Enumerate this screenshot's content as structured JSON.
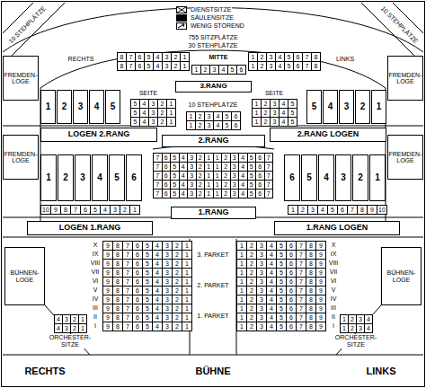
{
  "diagram": {
    "nodes": [
      {
        "text": [
          "FREMDEN-LOGE"
        ]
      },
      {
        "text": [
          "1"
        ]
      },
      {
        "text": [
          "2"
        ]
      },
      {
        "text": [
          "3"
        ]
      },
      {
        "text": [
          "4"
        ]
      },
      {
        "text": [
          "5"
        ]
      },
      {
        "text": [
          "5"
        ]
      },
      {
        "text": [
          "4"
        ]
      },
      {
        "text": [
          "3"
        ]
      },
      {
        "text": [
          "2"
        ]
      },
      {
        "text": [
          "1"
        ]
      },
      {
        "text": [
          "FREMDEN-LOGE"
        ]
      },
      {
        "text": [
          "3.RANG"
        ]
      },
      {
        "text": [
          "LOGEN 2.RANG"
        ]
      },
      {
        "text": [
          "2.RANG"
        ]
      },
      {
        "text": [
          "2.RANG LOGEN"
        ]
      },
      {
        "text": [
          "FREMDEN-LOGE"
        ]
      },
      {
        "text": [
          "1"
        ]
      },
      {
        "text": [
          "2"
        ]
      },
      {
        "text": [
          "3"
        ]
      },
      {
        "text": [
          "4"
        ]
      },
      {
        "text": [
          "5"
        ]
      },
      {
        "text": [
          "6"
        ]
      },
      {
        "text": [
          "6"
        ]
      },
      {
        "text": [
          "5"
        ]
      },
      {
        "text": [
          "4"
        ]
      },
      {
        "text": [
          "3"
        ]
      },
      {
        "text": [
          "2"
        ]
      },
      {
        "text": [
          "1"
        ]
      },
      {
        "text": [
          "FREMDEN-LOGE"
        ]
      },
      {
        "text": [
          "LOGEN 1.RANG"
        ]
      },
      {
        "text": [
          "1.RANG"
        ]
      },
      {
        "text": [
          "1.RANG LOGEN"
        ]
      },
      {
        "text": [
          "BÜHNEN-LOGE"
        ]
      },
      {
        "text": [
          "BÜHNEN-LOGE"
        ]
      }
    ],
    "labels": [
      "755 SITZPLÄTZE",
      "30 STEHPLÄTZE",
      "10 STEHPLÄTZE",
      "10 STEHPLÄTZE",
      "RECHTS",
      "LINKS",
      "MITTE",
      "SEITE",
      "10 STEHPLÄTZE",
      "SEITE",
      "3. PARKET",
      "2. PARKET",
      "1. PARKET",
      "ORCHESTER-SITZE",
      "ORCHESTER-SITZE",
      "RECHTS",
      "BÜHNE",
      "LINKS",
      "8",
      "7",
      "6",
      "5",
      "4",
      "3",
      "2",
      "1",
      "8",
      "7",
      "6",
      "5",
      "4",
      "3",
      "2",
      "1",
      "1",
      "2",
      "3",
      "4",
      "5",
      "6",
      "1",
      "2",
      "3",
      "4",
      "5",
      "6",
      "7",
      "8",
      "1",
      "2",
      "3",
      "4",
      "5",
      "6",
      "7",
      "8",
      "5",
      "4",
      "3",
      "2",
      "1",
      "5",
      "4",
      "3",
      "2",
      "1",
      "5",
      "4",
      "3",
      "2",
      "1",
      "1",
      "2",
      "3",
      "4",
      "5",
      "6",
      "1",
      "2",
      "3",
      "4",
      "5",
      "6",
      "1",
      "2",
      "3",
      "4",
      "5",
      "1",
      "2",
      "3",
      "4",
      "5",
      "1",
      "2",
      "3",
      "4",
      "5",
      "7",
      "6",
      "5",
      "4",
      "3",
      "2",
      "1",
      "1",
      "2",
      "3",
      "4",
      "5",
      "6",
      "7",
      "7",
      "6",
      "5",
      "4",
      "3",
      "2",
      "1",
      "1",
      "2",
      "3",
      "4",
      "5",
      "6",
      "7",
      "7",
      "6",
      "5",
      "4",
      "3",
      "2",
      "1",
      "1",
      "2",
      "3",
      "4",
      "5",
      "6",
      "7",
      "7",
      "6",
      "5",
      "4",
      "3",
      "2",
      "1",
      "1",
      "2",
      "3",
      "4",
      "5",
      "6",
      "7",
      "7",
      "6",
      "5",
      "4",
      "3",
      "2",
      "1",
      "1",
      "2",
      "3",
      "4",
      "5",
      "6",
      "7",
      "10",
      "9",
      "8",
      "7",
      "6",
      "5",
      "4",
      "3",
      "2",
      "1",
      "1",
      "2",
      "3",
      "4",
      "5",
      "6",
      "7",
      "8",
      "9",
      "10",
      "9",
      "8",
      "7",
      "6",
      "5",
      "4",
      "3",
      "2",
      "1",
      "9",
      "8",
      "7",
      "6",
      "5",
      "4",
      "3",
      "2",
      "1",
      "9",
      "8",
      "7",
      "6",
      "5",
      "4",
      "3",
      "2",
      "1",
      "9",
      "8",
      "7",
      "6",
      "5",
      "4",
      "3",
      "2",
      "1",
      "9",
      "8",
      "7",
      "6",
      "5",
      "4",
      "3",
      "2",
      "1",
      "9",
      "8",
      "7",
      "6",
      "5",
      "4",
      "3",
      "2",
      "1",
      "9",
      "8",
      "7",
      "6",
      "5",
      "4",
      "3",
      "2",
      "1",
      "9",
      "8",
      "7",
      "6",
      "5",
      "4",
      "3",
      "2",
      "1",
      "9",
      "8",
      "7",
      "6",
      "5",
      "4",
      "3",
      "2",
      "1",
      "9",
      "8",
      "7",
      "6",
      "5",
      "4",
      "3",
      "2",
      "1",
      "1",
      "2",
      "3",
      "4",
      "5",
      "6",
      "7",
      "8",
      "9",
      "1",
      "2",
      "3",
      "4",
      "5",
      "6",
      "7",
      "8",
      "9",
      "1",
      "2",
      "3",
      "4",
      "5",
      "6",
      "7",
      "8",
      "9",
      "1",
      "2",
      "3",
      "4",
      "5",
      "6",
      "7",
      "8",
      "9",
      "1",
      "2",
      "3",
      "4",
      "5",
      "6",
      "7",
      "8",
      "9",
      "1",
      "2",
      "3",
      "4",
      "5",
      "6",
      "7",
      "8",
      "9",
      "1",
      "2",
      "3",
      "4",
      "5",
      "6",
      "7",
      "8",
      "9",
      "1",
      "2",
      "3",
      "4",
      "5",
      "6",
      "7",
      "8",
      "9",
      "1",
      "2",
      "3",
      "4",
      "5",
      "6",
      "7",
      "8",
      "9",
      "1",
      "2",
      "3",
      "4",
      "5",
      "6",
      "7",
      "8",
      "9",
      "X",
      "IX",
      "VIII",
      "VII",
      "VI",
      "V",
      "IV",
      "III",
      "II",
      "I",
      "X",
      "IX",
      "VIII",
      "VII",
      "VI",
      "V",
      "IV",
      "III",
      "II",
      "I",
      "4",
      "3",
      "2",
      "1",
      "4",
      "3",
      "2",
      "1",
      "1",
      "2",
      "3",
      "4",
      "1",
      "2",
      "3",
      "4"
    ],
    "legend": [
      {
        "text": "DIENSTSITZE"
      },
      {
        "text": "SÄULENSITZE"
      },
      {
        "text": "WENIG STÖREND"
      }
    ]
  }
}
